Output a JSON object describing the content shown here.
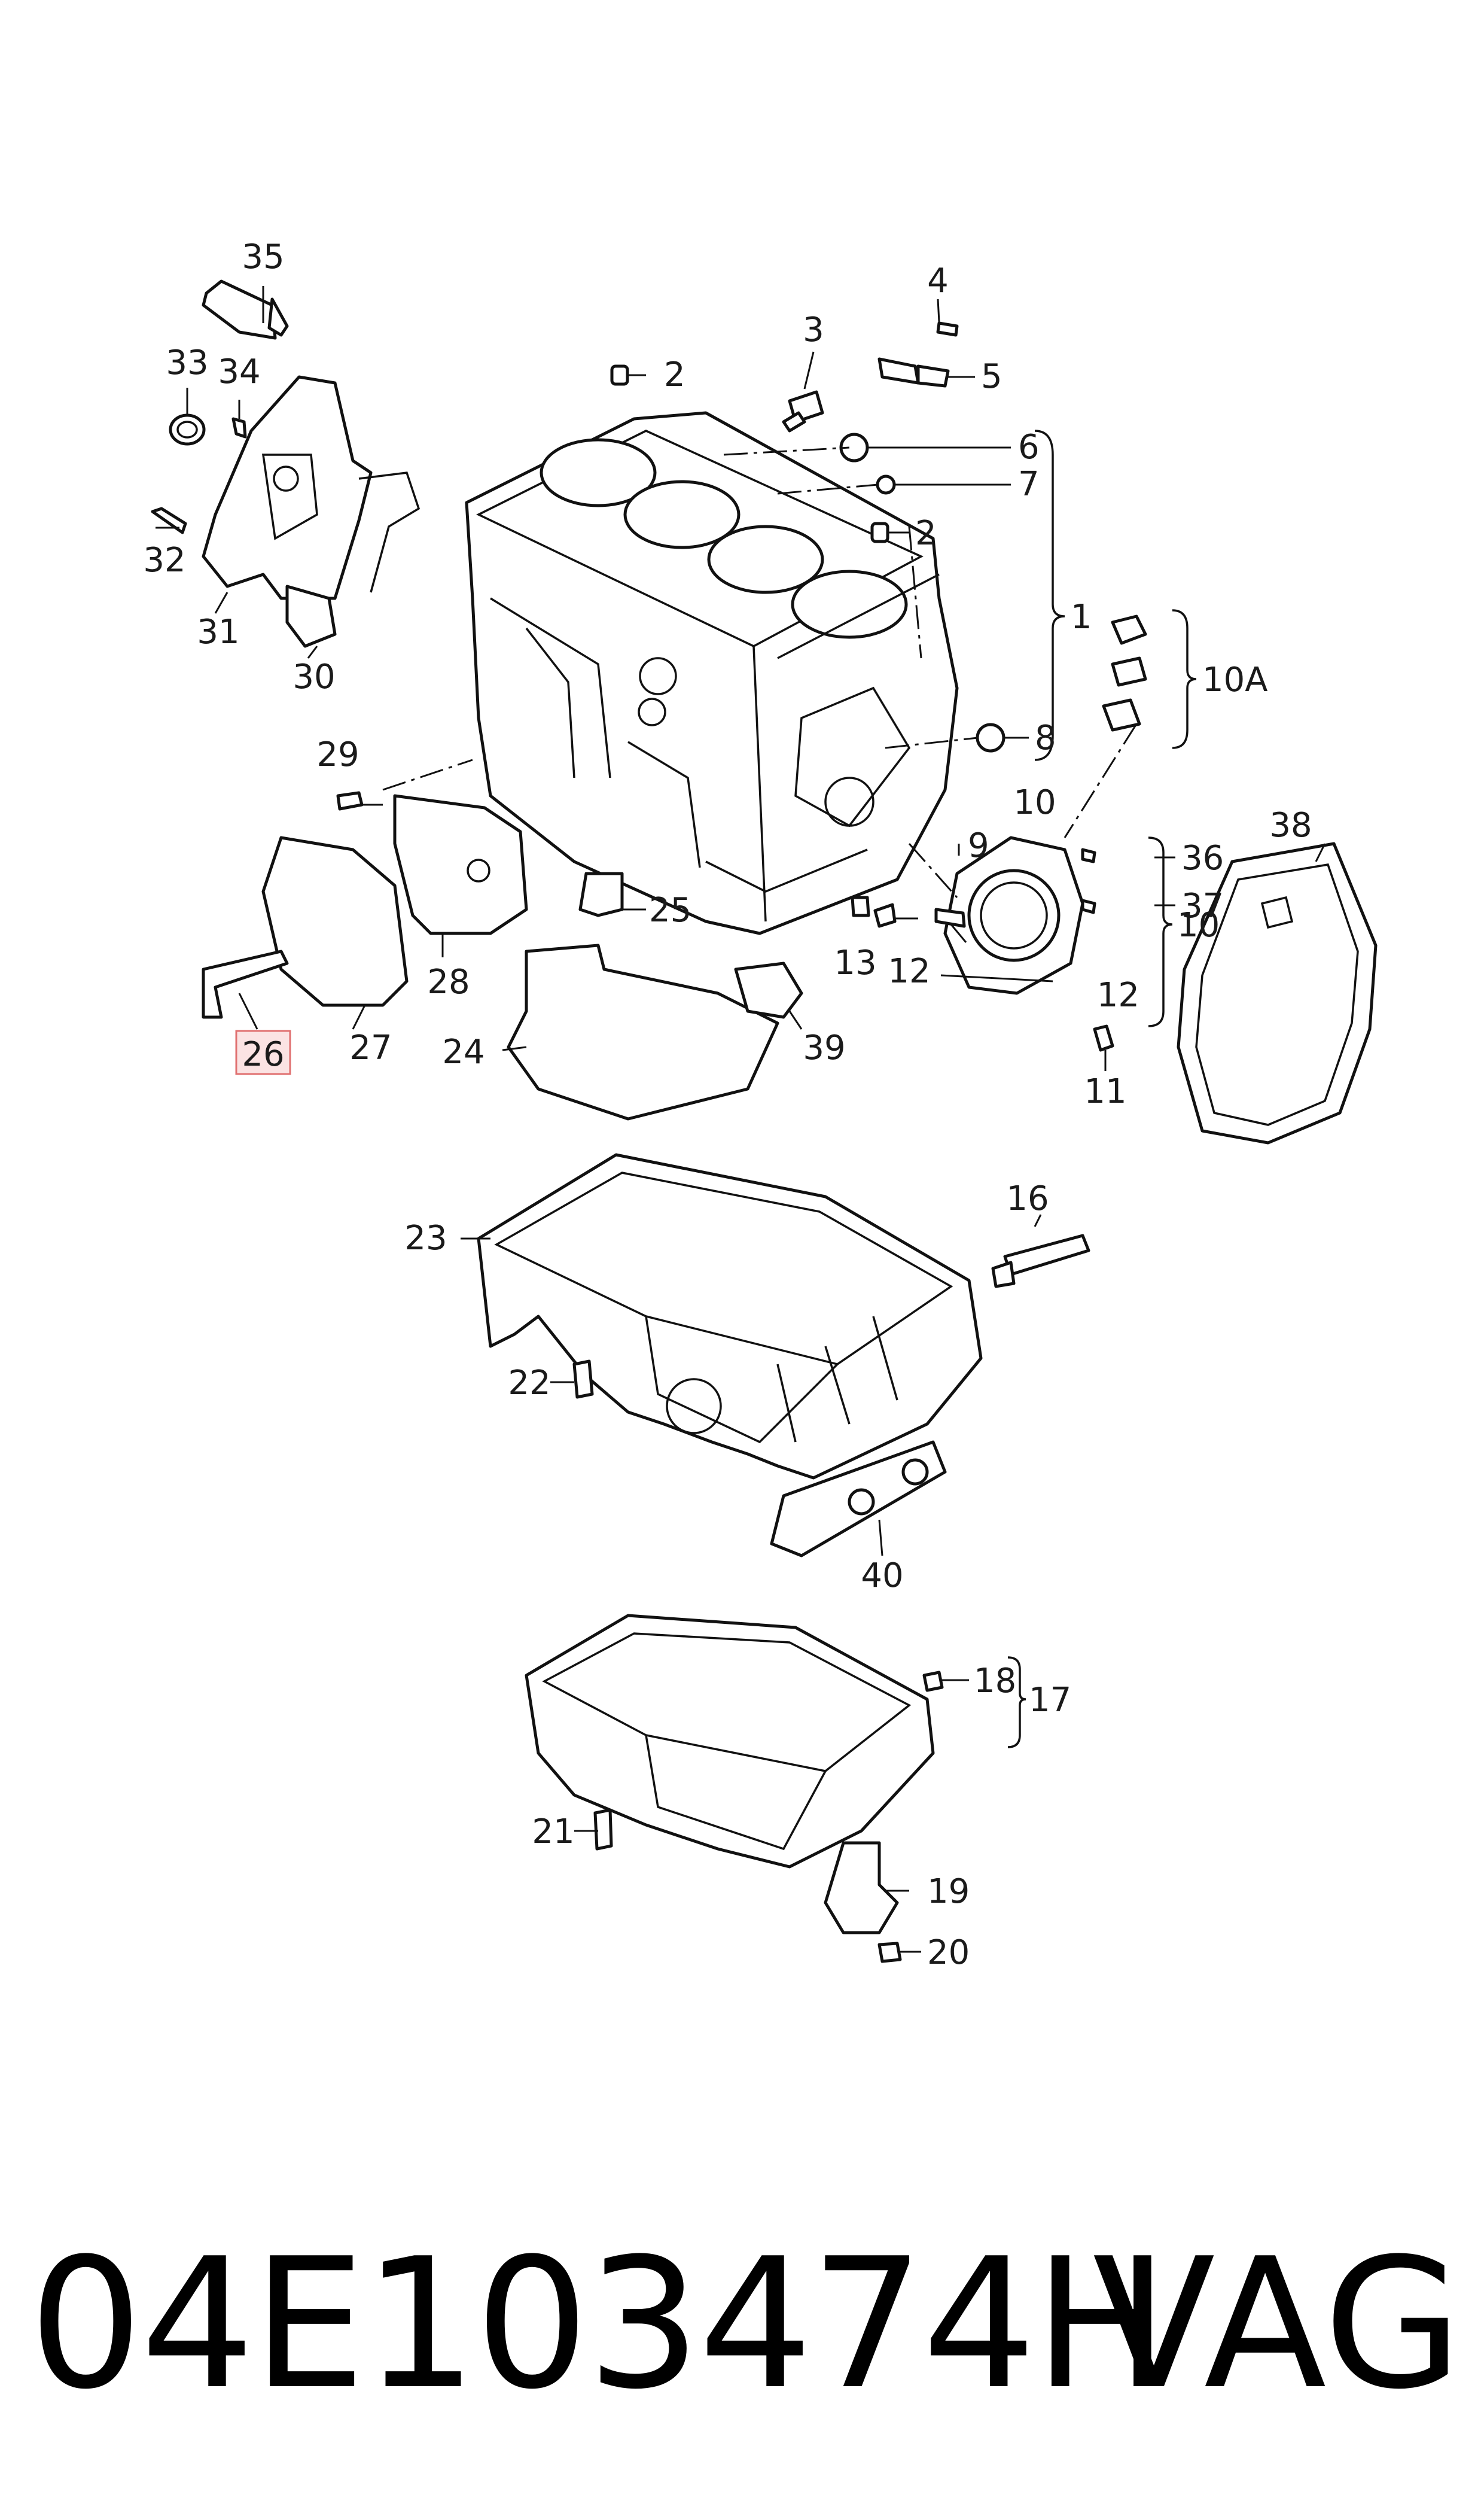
{
  "diagram": {
    "callouts": {
      "c1": "1",
      "c2a": "2",
      "c2b": "2",
      "c3": "3",
      "c4": "4",
      "c5": "5",
      "c6": "6",
      "c7": "7",
      "c8": "8",
      "c9": "9",
      "c10a": "10",
      "c10b": "10",
      "c10A": "10A",
      "c11": "11",
      "c12a": "12",
      "c12b": "12",
      "c13": "13",
      "c16": "16",
      "c17": "17",
      "c18": "18",
      "c19": "19",
      "c20": "20",
      "c21": "21",
      "c22": "22",
      "c23": "23",
      "c24": "24",
      "c25": "25",
      "c26": "26",
      "c27": "27",
      "c28": "28",
      "c29": "29",
      "c30": "30",
      "c31": "31",
      "c32": "32",
      "c33": "33",
      "c34": "34",
      "c35": "35",
      "c36": "36",
      "c37": "37",
      "c38": "38",
      "c39": "39",
      "c40": "40"
    },
    "highlighted_callout": "26",
    "highlight_color": "#e07070"
  },
  "footer": {
    "part_number": "04E103474H",
    "brand": "VAG"
  }
}
